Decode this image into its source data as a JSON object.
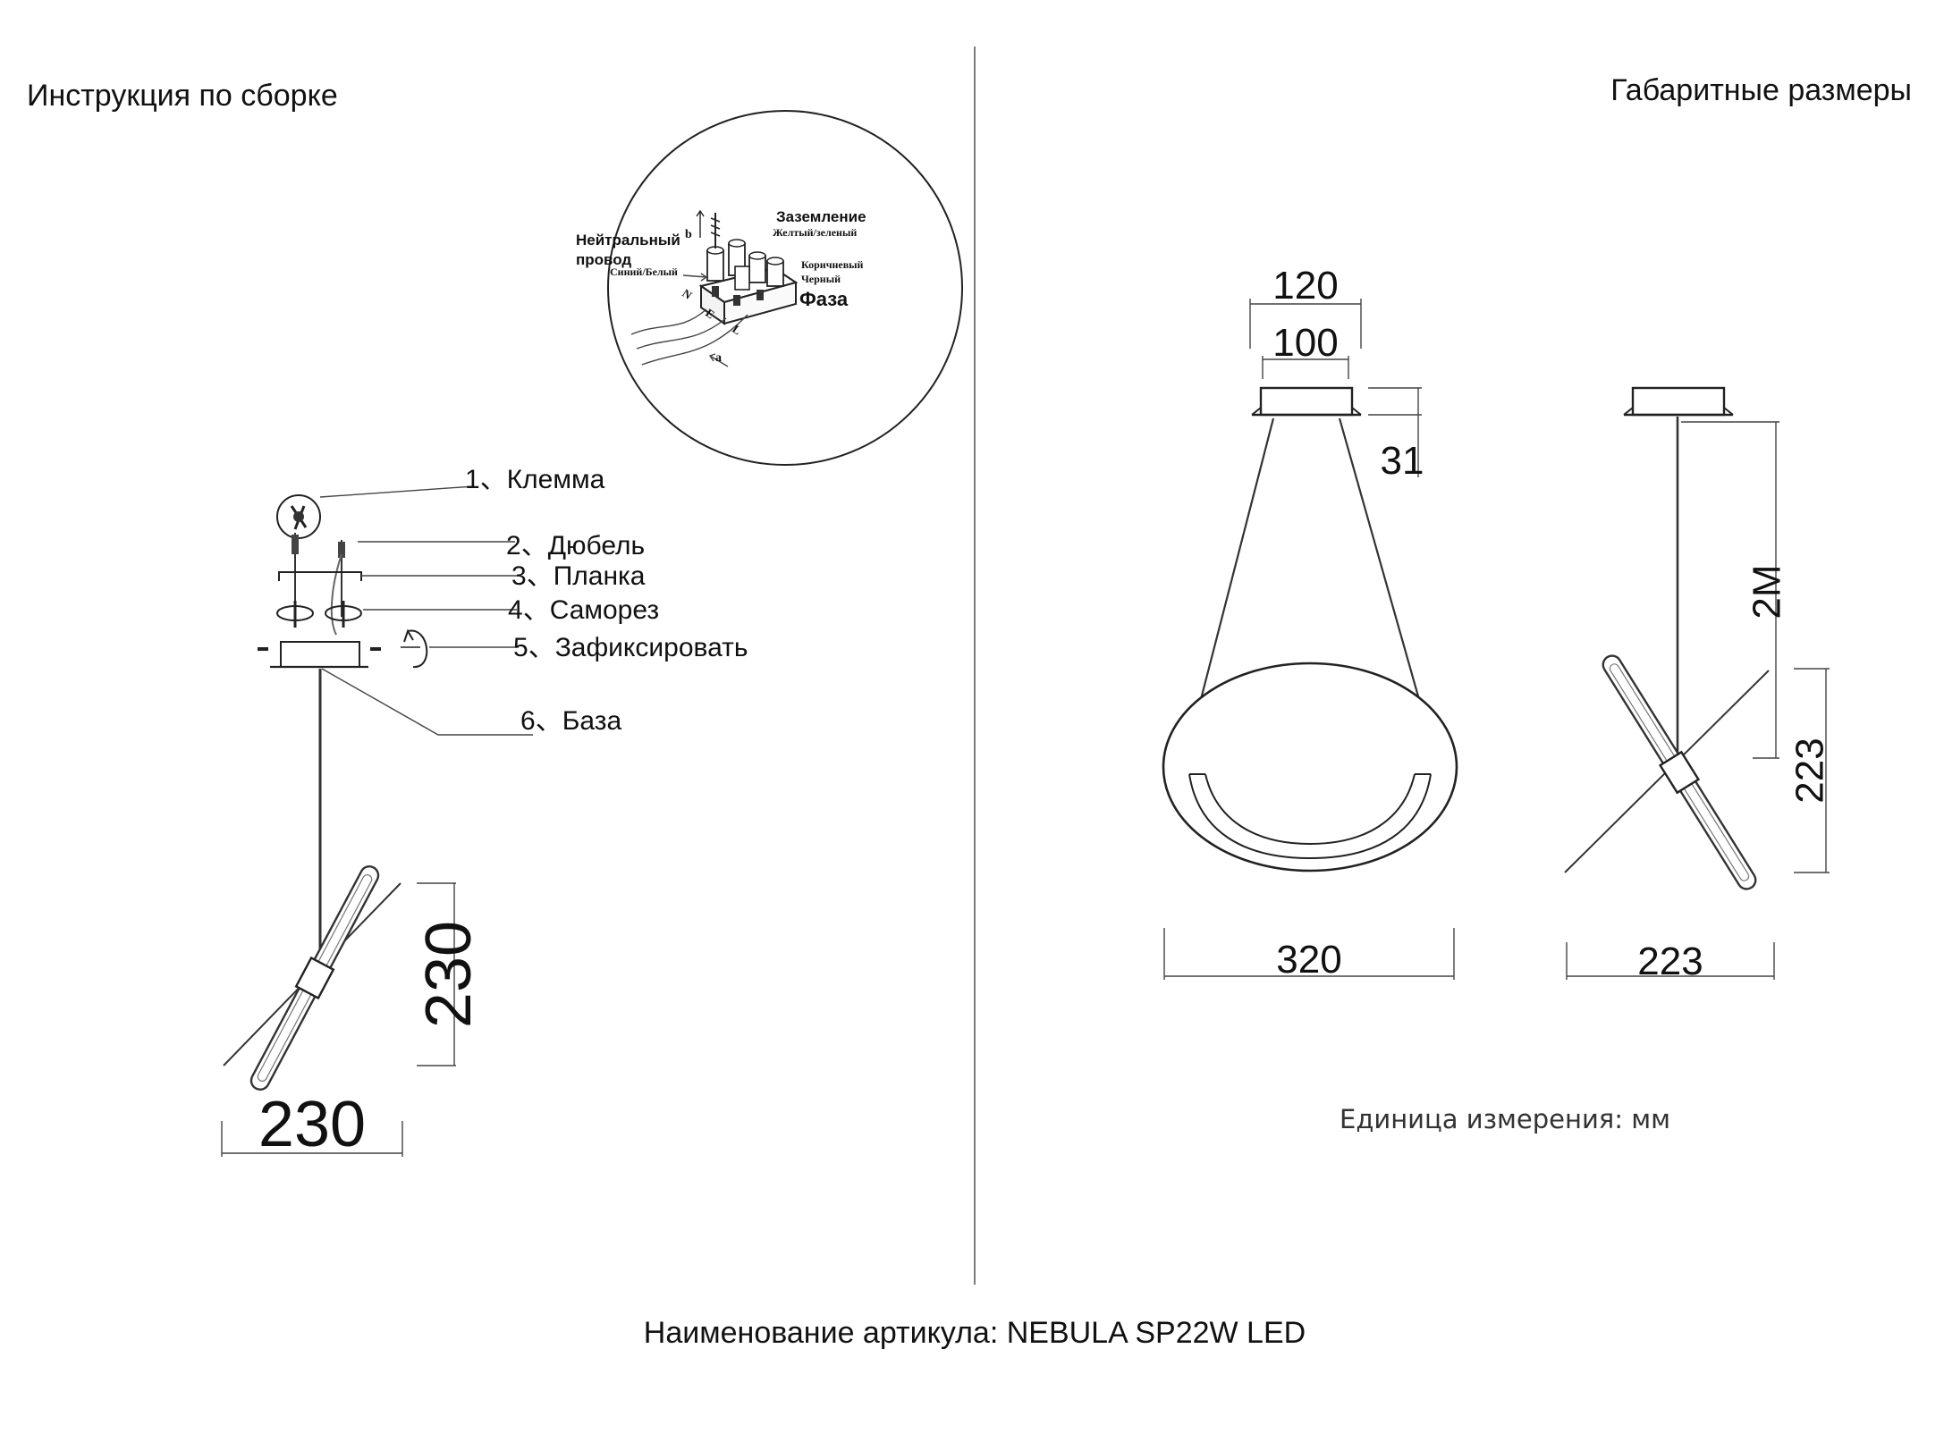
{
  "headers": {
    "assembly": "Инструкция по сборке",
    "dimensions": "Габаритные размеры"
  },
  "wiring": {
    "neutral": "Нейтральный",
    "neutral2": "провод",
    "neutral_color": "Синий/Белый",
    "ground": "Заземление",
    "ground_color": "Желтый/зеленый",
    "phase_color": "Коричневый",
    "phase_color2": "Черный",
    "phase": "Фаза",
    "letters": [
      "N",
      "E",
      "L"
    ],
    "b_label": "b",
    "a_label": "a"
  },
  "parts": [
    {
      "num": "1",
      "label": "Клемма"
    },
    {
      "num": "2",
      "label": "Дюбель"
    },
    {
      "num": "3",
      "label": "Планка"
    },
    {
      "num": "4",
      "label": "Саморез"
    },
    {
      "num": "5",
      "label": "Зафиксировать"
    },
    {
      "num": "6",
      "label": "База"
    }
  ],
  "dimensions": {
    "left_height": "230",
    "left_width": "230",
    "canopy_outer": "120",
    "canopy_inner": "100",
    "canopy_height": "31",
    "front_width": "320",
    "cable_length": "2M",
    "side_height": "223",
    "side_width": "223"
  },
  "unit_note": "Единица измерения: мм",
  "footer": "Наименование артикула: NEBULA SP22W LED"
}
